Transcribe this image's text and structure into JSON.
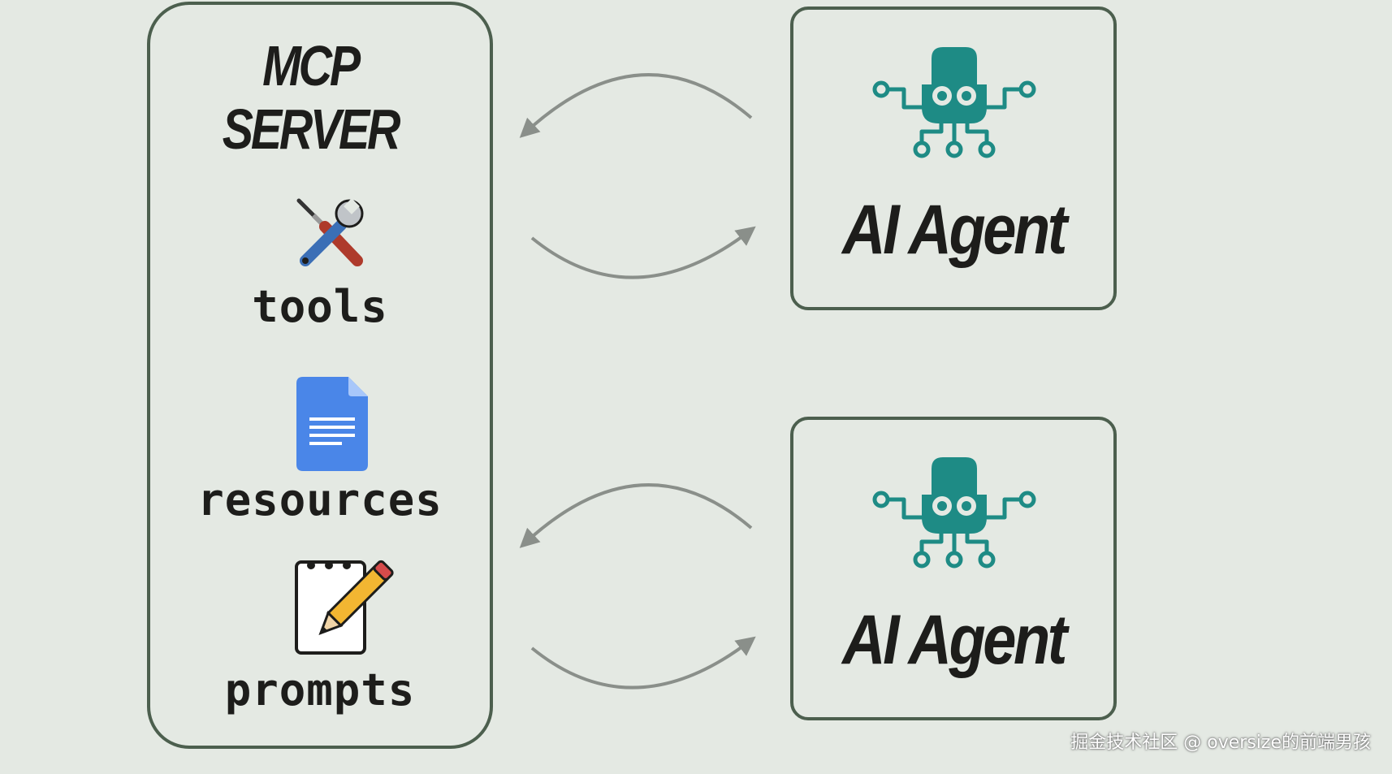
{
  "server": {
    "title_line1": "MCP",
    "title_line2": "SERVER",
    "items": [
      {
        "label": "tools",
        "icon": "tools-icon"
      },
      {
        "label": "resources",
        "icon": "document-icon"
      },
      {
        "label": "prompts",
        "icon": "notepad-pencil-icon"
      }
    ]
  },
  "agents": [
    {
      "label": "AI Agent",
      "icon": "robot-octopus-icon"
    },
    {
      "label": "AI Agent",
      "icon": "robot-octopus-icon"
    }
  ],
  "watermark": "掘金技术社区 @ oversize的前端男孩",
  "colors": {
    "background": "#e4e9e3",
    "border": "#4c5f4e",
    "agent_icon": "#1e8b85",
    "arrow": "#8a8f8a",
    "document": "#4a86e8"
  }
}
